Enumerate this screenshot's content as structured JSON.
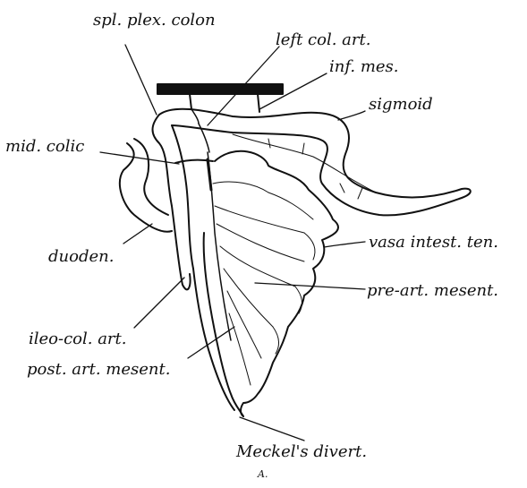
{
  "figure": {
    "labels": {
      "spl_plex_colon": "spl. plex. colon",
      "left_col_art": "left col. art.",
      "inf_mes": "inf. mes.",
      "sigmoid": "sigmoid",
      "mid_colic": "mid. colic",
      "duoden": "duoden.",
      "vasa_intest_ten": "vasa intest. ten.",
      "pre_art_mesent": "pre-art. mesent.",
      "ileo_col_art": "ileo-col. art.",
      "post_art_mesent": "post. art. mesent.",
      "meckels_divert": "Meckel's divert."
    },
    "caption": "A."
  }
}
